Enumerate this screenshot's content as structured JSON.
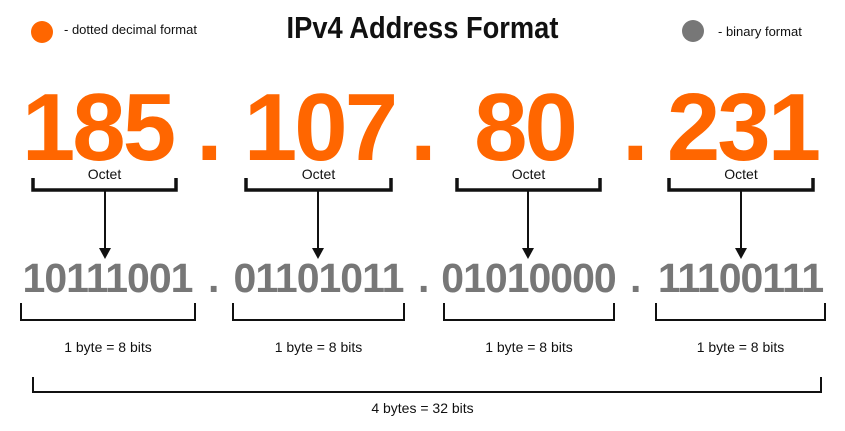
{
  "title": "IPv4 Address Format",
  "legend": [
    {
      "label": "- dotted decimal format",
      "color": "#ff6600"
    },
    {
      "label": "- binary format",
      "color": "#777777"
    }
  ],
  "separator": ".",
  "octets": [
    {
      "decimal": "185",
      "binary": "10111001",
      "octet_label": "Octet",
      "byte_label": "1 byte = 8 bits"
    },
    {
      "decimal": "107",
      "binary": "01101011",
      "octet_label": "Octet",
      "byte_label": "1 byte = 8 bits"
    },
    {
      "decimal": "80",
      "binary": "01010000",
      "octet_label": "Octet",
      "byte_label": "1 byte = 8 bits"
    },
    {
      "decimal": "231",
      "binary": "11100111",
      "octet_label": "Octet",
      "byte_label": "1 byte = 8 bits"
    }
  ],
  "total_label": "4 bytes = 32 bits"
}
